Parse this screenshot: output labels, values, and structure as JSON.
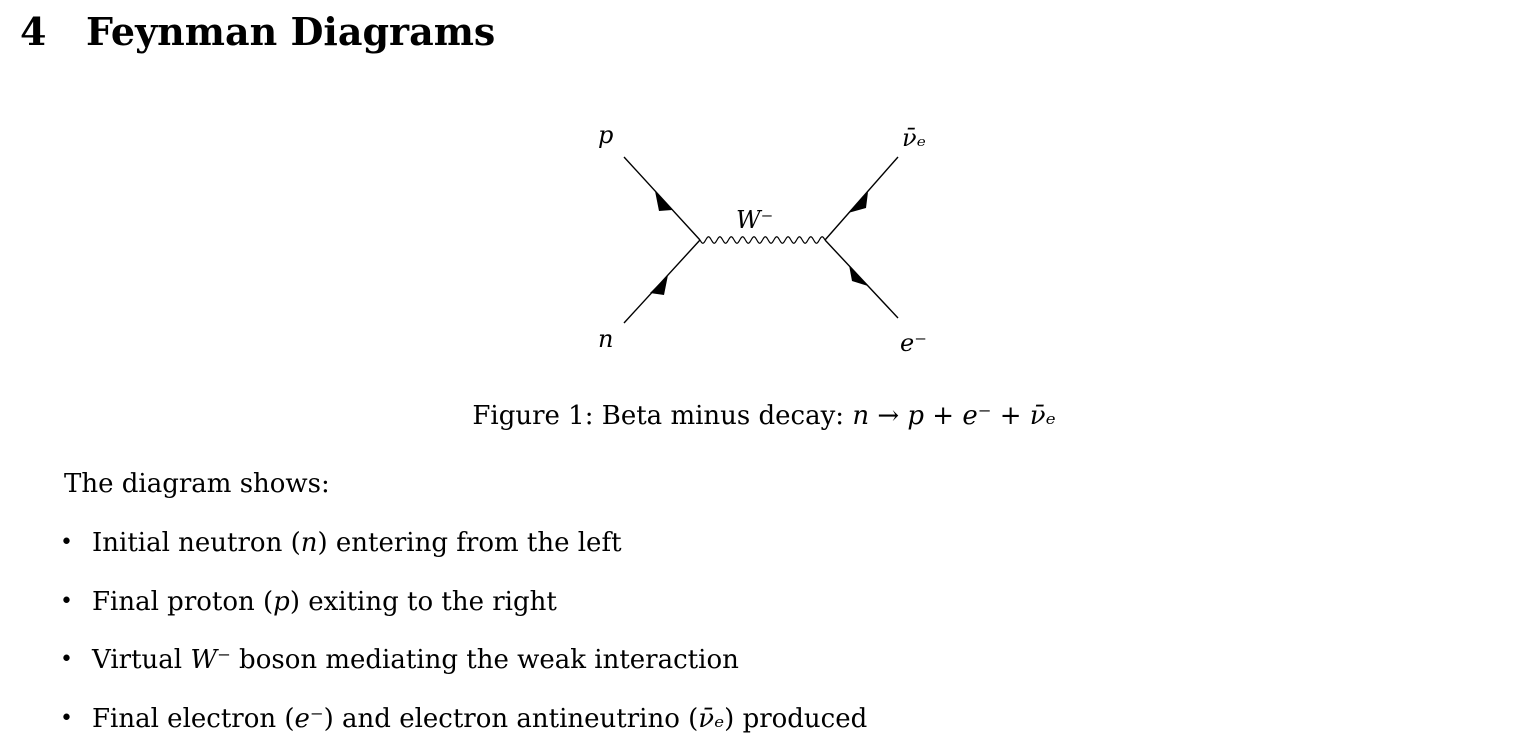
{
  "section": {
    "number": "4",
    "title": "Feynman Diagrams"
  },
  "diagram": {
    "labels": {
      "proton": "p",
      "neutron": "n",
      "boson": "W⁻",
      "antineutrino": "ν̄ₑ",
      "electron": "e⁻"
    }
  },
  "caption": {
    "prefix": "Figure 1: Beta minus decay:",
    "equation": "n → p + e⁻ + ν̄ₑ"
  },
  "intro": "The diagram shows:",
  "bullets": [
    {
      "before": "Initial neutron (",
      "math": "n",
      "after": ") entering from the left"
    },
    {
      "before": "Final proton (",
      "math": "p",
      "after": ") exiting to the right"
    },
    {
      "before": "Virtual ",
      "math": "W⁻",
      "after": " boson mediating the weak interaction"
    },
    {
      "before": "Final electron (",
      "math": "e⁻",
      "middle": ") and electron antineutrino (",
      "math2": "ν̄ₑ",
      "after": ") produced"
    }
  ],
  "bullet_symbol": "•"
}
